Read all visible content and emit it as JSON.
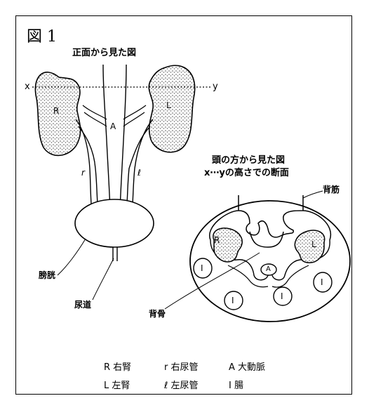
{
  "figure_title": "図 1",
  "front_view": {
    "caption": "正面から見た図",
    "x_marker": "x",
    "y_marker": "y",
    "right_kidney_letter": "R",
    "left_kidney_letter": "L",
    "aorta_letter": "A",
    "right_ureter_letter": "r",
    "left_ureter_letter": "ℓ",
    "bladder_label": "膀胱",
    "urethra_label": "尿道"
  },
  "section_view": {
    "caption_line1": "頭の方から見た図",
    "caption_line2": "x⋯yの高さでの断面",
    "back_muscle_label": "背筋",
    "spine_label": "背骨",
    "right_kidney_letter": "R",
    "left_kidney_letter": "L",
    "aorta_letter": "A",
    "intestine_letters": [
      "I",
      "I",
      "I",
      "I"
    ]
  },
  "legend": [
    [
      "R 右腎",
      "r 右尿管",
      "A 大動脈"
    ],
    [
      "L 左腎",
      "ℓ 左尿管",
      "I 腸"
    ]
  ],
  "colors": {
    "ink": "#000000",
    "stipple": "#555555",
    "background": "#ffffff"
  }
}
